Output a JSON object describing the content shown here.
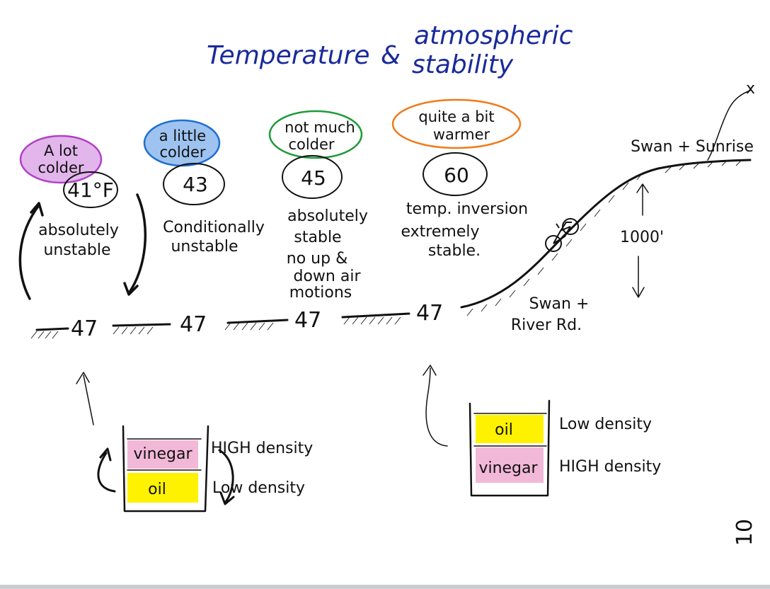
{
  "title": {
    "line1": "Temperature",
    "ampersand": "&",
    "line2a": "atmospheric",
    "line2b": "stability"
  },
  "columns": [
    {
      "bubble": [
        "A lot",
        "colder"
      ],
      "bubble_color": "#b23fc7",
      "bubble_fill": "#e2b6ea",
      "temp": "41°F",
      "stability": [
        "absolutely",
        "unstable"
      ],
      "surface_temp": "47"
    },
    {
      "bubble": [
        "a little",
        "colder"
      ],
      "bubble_color": "#1f6fd0",
      "bubble_fill": "#9ec3f0",
      "temp": "43",
      "stability": [
        "Conditionally",
        "unstable"
      ],
      "surface_temp": "47"
    },
    {
      "bubble": [
        "not much",
        "colder"
      ],
      "bubble_color": "#1f9a3a",
      "bubble_fill": "#ffffff",
      "temp": "45",
      "stability": [
        "absolutely",
        "stable",
        "no up &",
        "down air",
        "motions"
      ],
      "surface_temp": "47"
    },
    {
      "bubble": [
        "quite a bit",
        "warmer"
      ],
      "bubble_color": "#f07a1a",
      "bubble_fill": "#ffffff",
      "temp": "60",
      "stability": [
        "temp. inversion",
        "extremely",
        "stable."
      ],
      "surface_temp": "47"
    }
  ],
  "hill": {
    "top_label": "Swan + Sunrise",
    "bottom_label": [
      "Swan +",
      "River Rd."
    ],
    "height_label": "1000'",
    "end_mark": "x"
  },
  "jars": [
    {
      "top_layer": "vinegar",
      "top_color": "#f2b8d8",
      "top_desc": "HIGH density",
      "bottom_layer": "oil",
      "bottom_color": "#fff200",
      "bottom_desc": "Low density"
    },
    {
      "top_layer": "oil",
      "top_color": "#fff200",
      "top_desc": "Low density",
      "bottom_layer": "vinegar",
      "bottom_color": "#f2b8d8",
      "bottom_desc": "HIGH density"
    }
  ],
  "page_number": "10"
}
